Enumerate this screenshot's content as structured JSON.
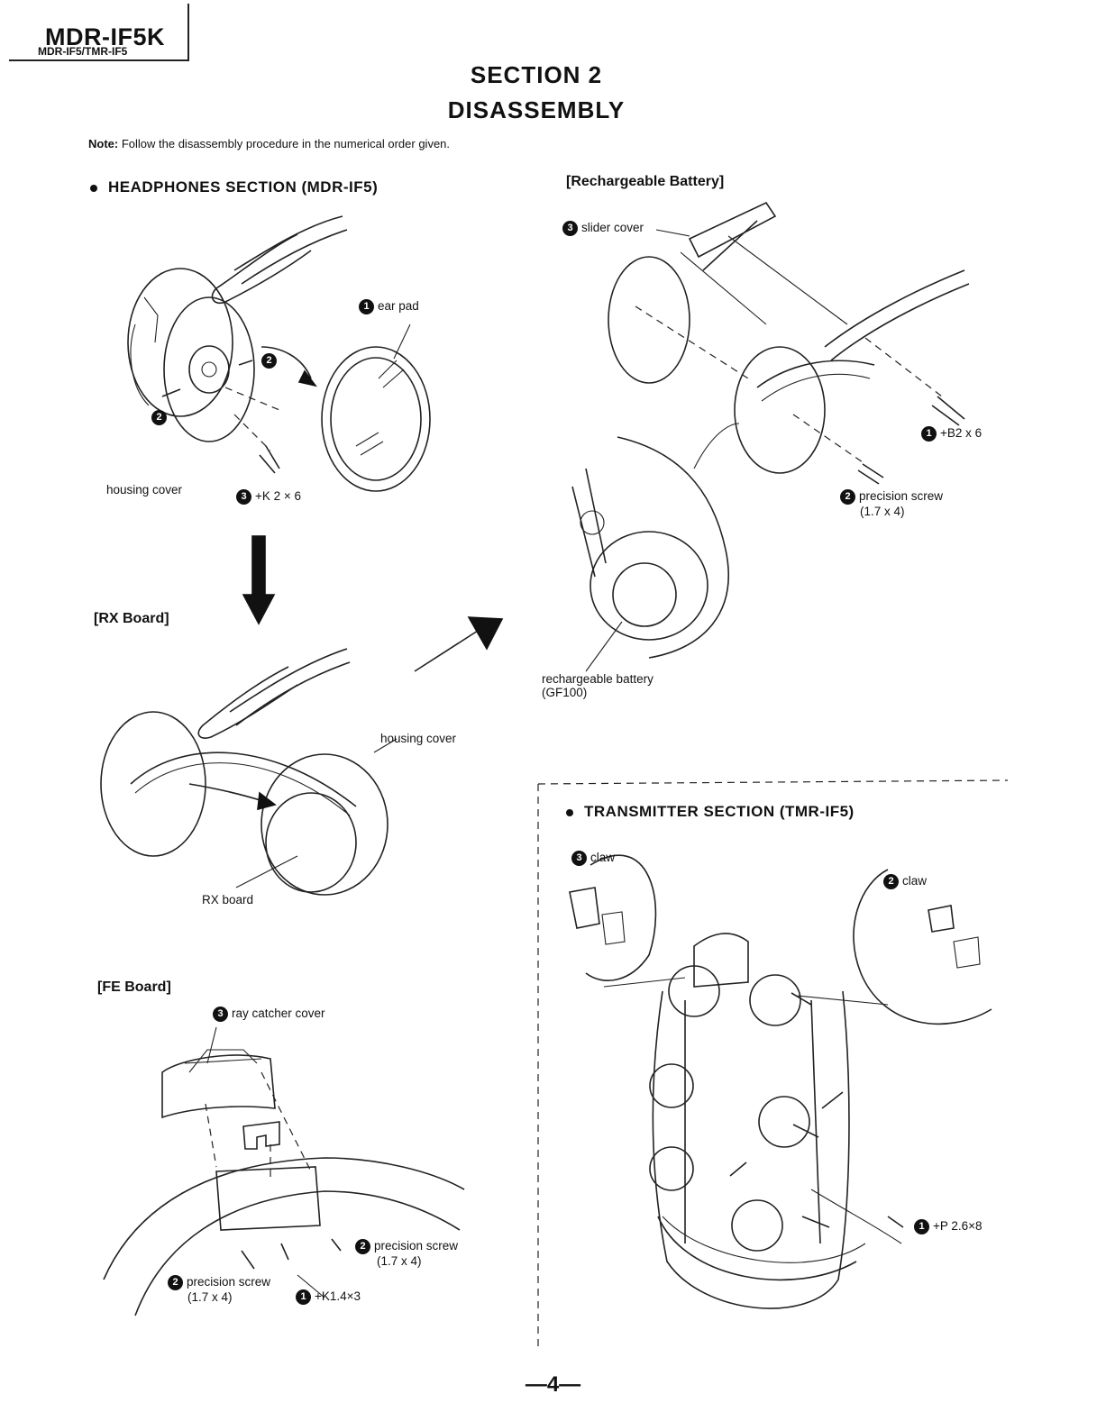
{
  "header": {
    "model_main": "MDR-IF5K",
    "model_sub": "MDR-IF5/TMR-IF5",
    "section": "SECTION 2",
    "title": "DISASSEMBLY"
  },
  "note": {
    "prefix": "Note:",
    "text": "Follow the disassembly procedure in the numerical order given."
  },
  "headphones": {
    "heading": "HEADPHONES SECTION (MDR-IF5)",
    "labels": {
      "ear_pad_num": "1",
      "ear_pad": "ear pad",
      "housing_cover": "housing cover",
      "screw_num": "3",
      "screw": "+K 2 × 6",
      "step2_a": "2",
      "step2_b": "2"
    }
  },
  "rx_board": {
    "heading": "[RX Board]",
    "housing_cover": "housing cover",
    "rx_board": "RX board"
  },
  "fe_board": {
    "heading": "[FE Board]",
    "ray_cover_num": "3",
    "ray_cover": "ray catcher cover",
    "screw_r_num": "2",
    "screw_r": "precision screw",
    "screw_r_size": "(1.7 x 4)",
    "screw_l_num": "2",
    "screw_l": "precision screw",
    "screw_l_size": "(1.7 x 4)",
    "screw_k_num": "1",
    "screw_k": "+K1.4×3"
  },
  "battery": {
    "heading": "[Rechargeable Battery]",
    "slider_num": "3",
    "slider": "slider cover",
    "b2_num": "1",
    "b2": "+B2 x 6",
    "prec_num": "2",
    "prec": "precision screw",
    "prec_size": "(1.7 x 4)",
    "batt": "rechargeable battery",
    "batt_model": "(GF100)"
  },
  "transmitter": {
    "heading": "TRANSMITTER SECTION (TMR-IF5)",
    "claw3_num": "3",
    "claw3": "claw",
    "claw2_num": "2",
    "claw2": "claw",
    "p_num": "1",
    "p": "+P 2.6×8"
  },
  "footer": {
    "page": "—4—"
  }
}
